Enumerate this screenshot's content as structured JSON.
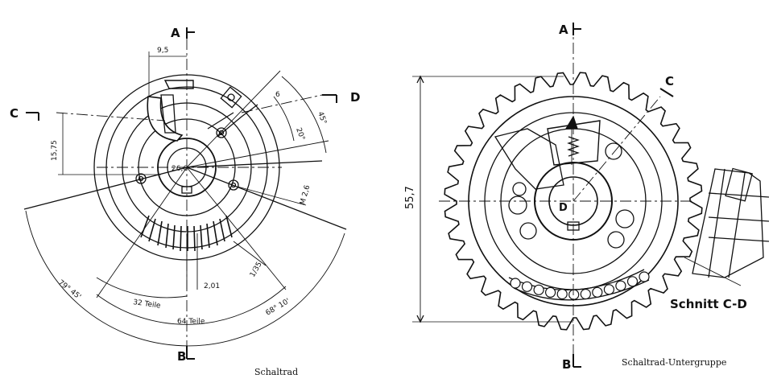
{
  "left": {
    "caption": "Schaltrad",
    "labels": {
      "A": "A",
      "B": "B",
      "C": "C",
      "D": "D",
      "w9_5": "9,5",
      "h15_75": "15,75",
      "d26_6": "26,6",
      "m2_6": "M 2,6",
      "a45": "45°",
      "a20": "20°",
      "six": "6",
      "a1_35": "1/35",
      "w2_01": "2,01",
      "teile32": "32 Teile",
      "teile64": "64 Teile",
      "a79": "79° 45'",
      "a68": "68° 10'"
    }
  },
  "right": {
    "caption": "Schaltrad-Untergruppe",
    "labels": {
      "A": "A",
      "B": "B",
      "C": "C",
      "h55_7": "55,7",
      "d": "D",
      "schnitt": "Schnitt C-D"
    }
  }
}
